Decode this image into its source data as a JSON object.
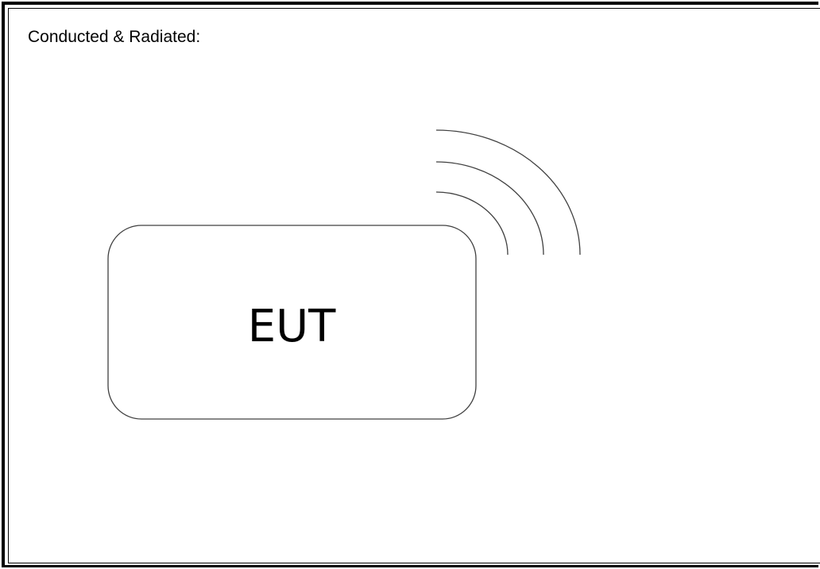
{
  "heading": "Conducted & Radiated:",
  "device": {
    "label": "EUT"
  },
  "signal": {
    "icon": "radio-waves-icon",
    "arc_count": 3
  },
  "colors": {
    "stroke": "#404040",
    "text": "#000000",
    "frame": "#000000",
    "background": "#ffffff"
  }
}
